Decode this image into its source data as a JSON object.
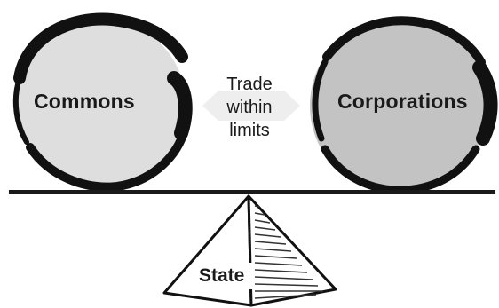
{
  "diagram": {
    "left_circle": {
      "label": "Commons",
      "fill": "#dedede"
    },
    "right_circle": {
      "label": "Corporations",
      "fill": "#c3c3c3"
    },
    "connector": {
      "lines": [
        "Trade",
        "within",
        "limits"
      ],
      "arrow_fill": "#eeeeee"
    },
    "fulcrum": {
      "label": "State"
    },
    "colors": {
      "ink": "#111111",
      "beam": "#1a1a1a"
    }
  }
}
